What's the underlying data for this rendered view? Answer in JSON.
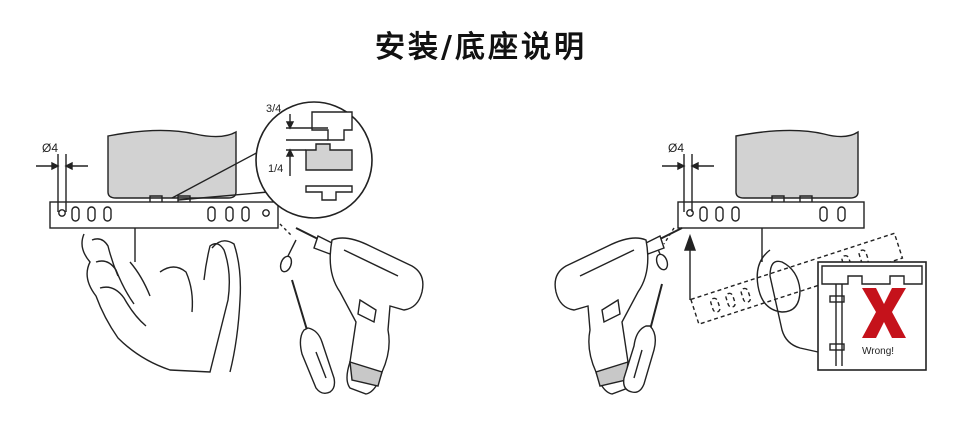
{
  "title": "安装/底座说明",
  "labels": {
    "diameter_left": "Ø4",
    "diameter_right": "Ø4",
    "fraction_top": "3/4",
    "fraction_bottom": "1/4",
    "wrong": "Wrong!"
  },
  "colors": {
    "line": "#222222",
    "fill_gray": "#d0d0d0",
    "wrong_x": "#c5121b"
  }
}
